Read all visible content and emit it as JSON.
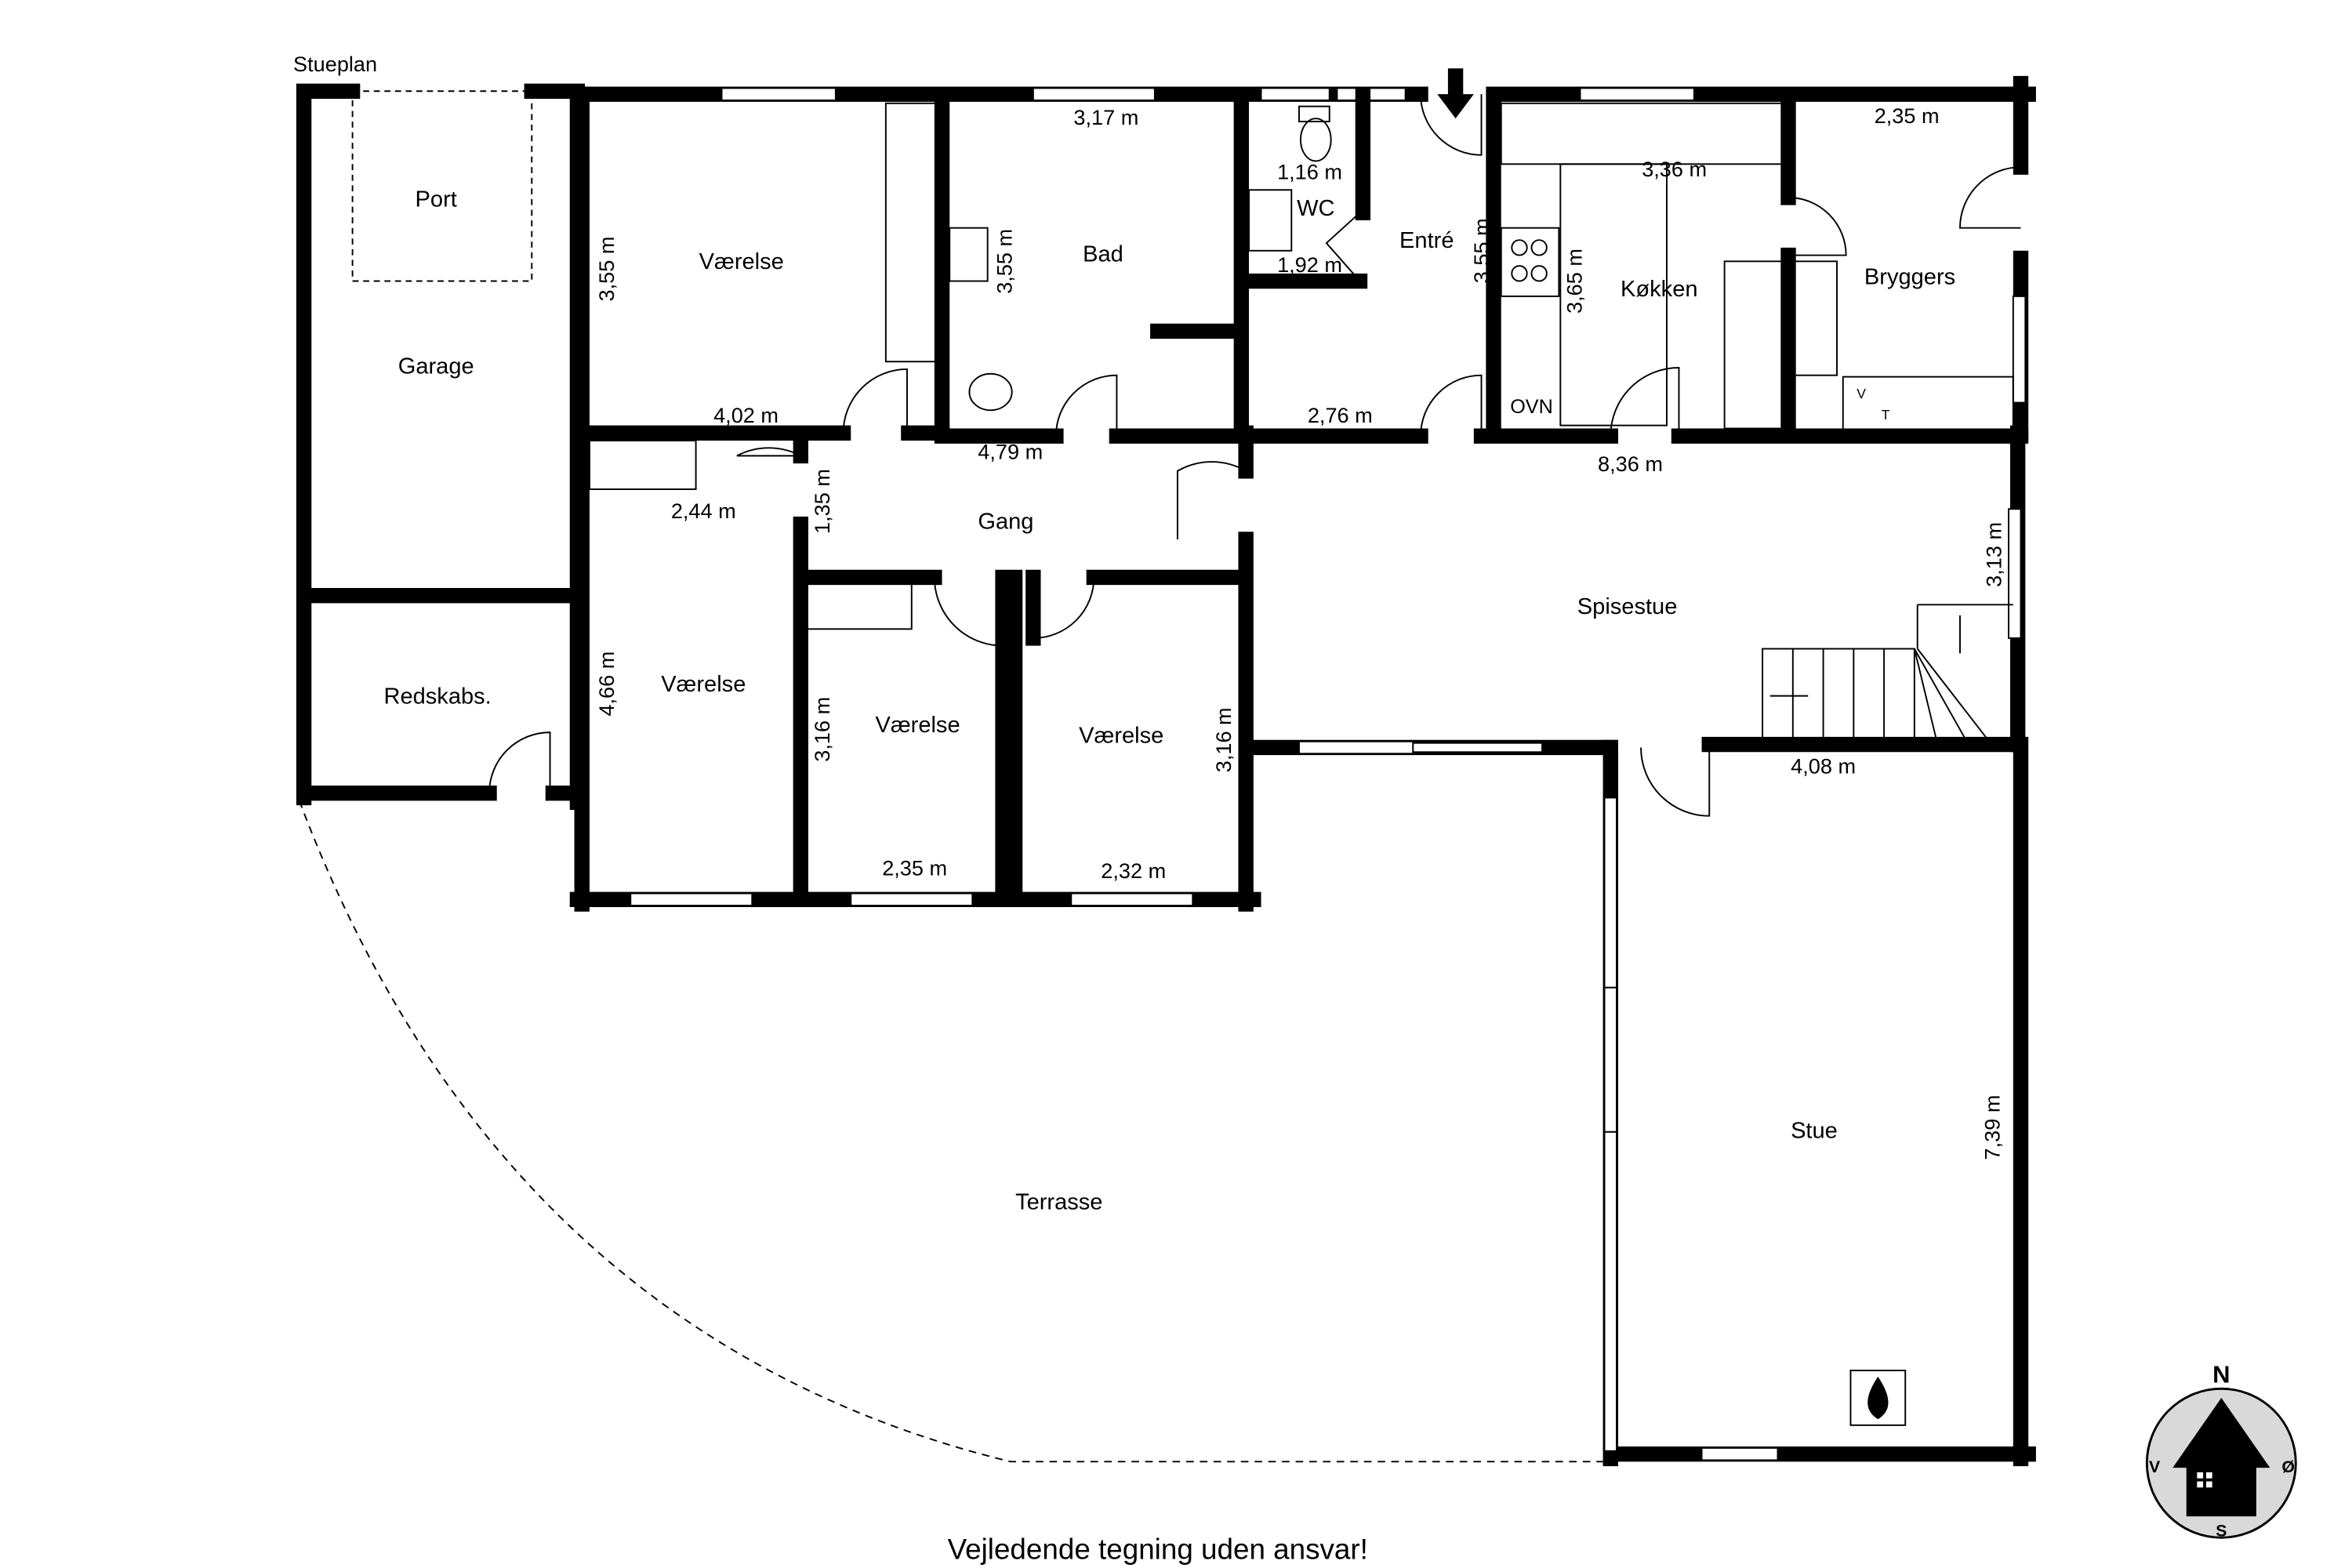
{
  "plan_title": "Stueplan",
  "rooms": {
    "port": "Port",
    "garage": "Garage",
    "redskabs": "Redskabs.",
    "vaerelse_1": "Værelse",
    "bad": "Bad",
    "wc": "WC",
    "entre": "Entré",
    "kokken": "Køkken",
    "bryggers": "Bryggers",
    "gang": "Gang",
    "vaerelse_2": "Værelse",
    "vaerelse_3": "Værelse",
    "vaerelse_4": "Værelse",
    "spisestue": "Spisestue",
    "stue": "Stue",
    "terrasse": "Terrasse"
  },
  "dimensions": {
    "vaerelse_1_h": "3,55 m",
    "vaerelse_1_w": "4,02 m",
    "bad_w": "3,17 m",
    "bad_h": "3,55 m",
    "wc_w": "1,16 m",
    "wc_h": "1,92 m",
    "entre_h": "3,55 m",
    "entre_w": "2,76 m",
    "kokken_w": "3,36 m",
    "kokken_h": "3,65 m",
    "bryggers_w": "2,35 m",
    "gang_w": "4,79 m",
    "gang_h": "1,35 m",
    "closet_w": "2,44 m",
    "spisestue_w": "8,36 m",
    "spisestue_h": "3,13 m",
    "vaerelse_2_h": "4,66 m",
    "vaerelse_3_h": "3,16 m",
    "vaerelse_3_w": "2,35 m",
    "vaerelse_4_h": "3,16 m",
    "vaerelse_4_w": "2,32 m",
    "stue_w": "4,08 m",
    "stue_h": "7,39 m"
  },
  "appliance_labels": {
    "oven": "OVN",
    "washer": "V",
    "dryer": "T"
  },
  "compass": {
    "north": "N",
    "south": "S",
    "west": "V",
    "east": "Ø",
    "fill": "#d9d9d9"
  },
  "disclaimer": "Vejledende tegning uden ansvar!"
}
